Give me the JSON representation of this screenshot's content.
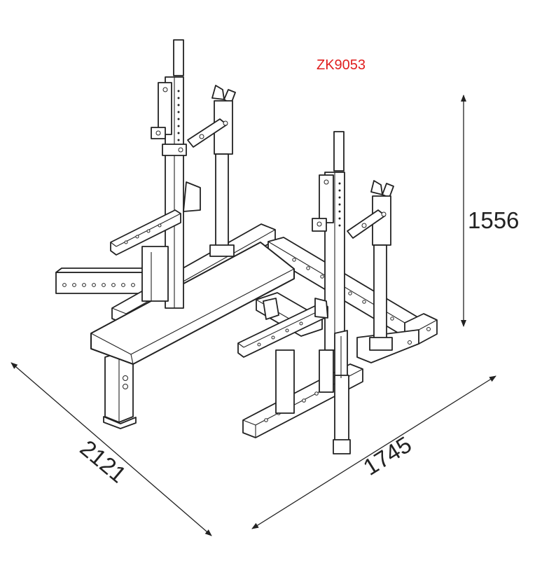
{
  "model_code": "ZK9053",
  "dimensions": {
    "height": "1556",
    "width": "1745",
    "length": "2121"
  },
  "colors": {
    "model_code": "#e01e1e",
    "line": "#222222"
  }
}
